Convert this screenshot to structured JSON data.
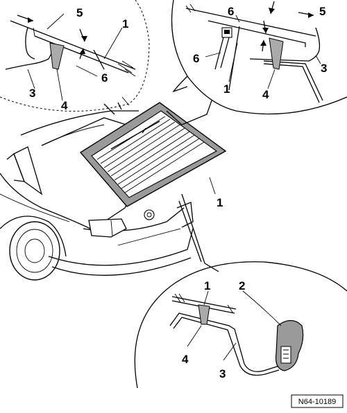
{
  "figure_ref": "N64-10189",
  "callouts": {
    "top_left": {
      "c1": "1",
      "c3": "3",
      "c4": "4",
      "c5": "5",
      "c6": "6"
    },
    "top_right": {
      "c1": "1",
      "c3": "3",
      "c4": "4",
      "c5": "5",
      "c6_top": "6",
      "c6_side": "6"
    },
    "main": {
      "c1": "1"
    },
    "bottom": {
      "c1": "1",
      "c2": "2",
      "c3": "3",
      "c4": "4"
    }
  }
}
